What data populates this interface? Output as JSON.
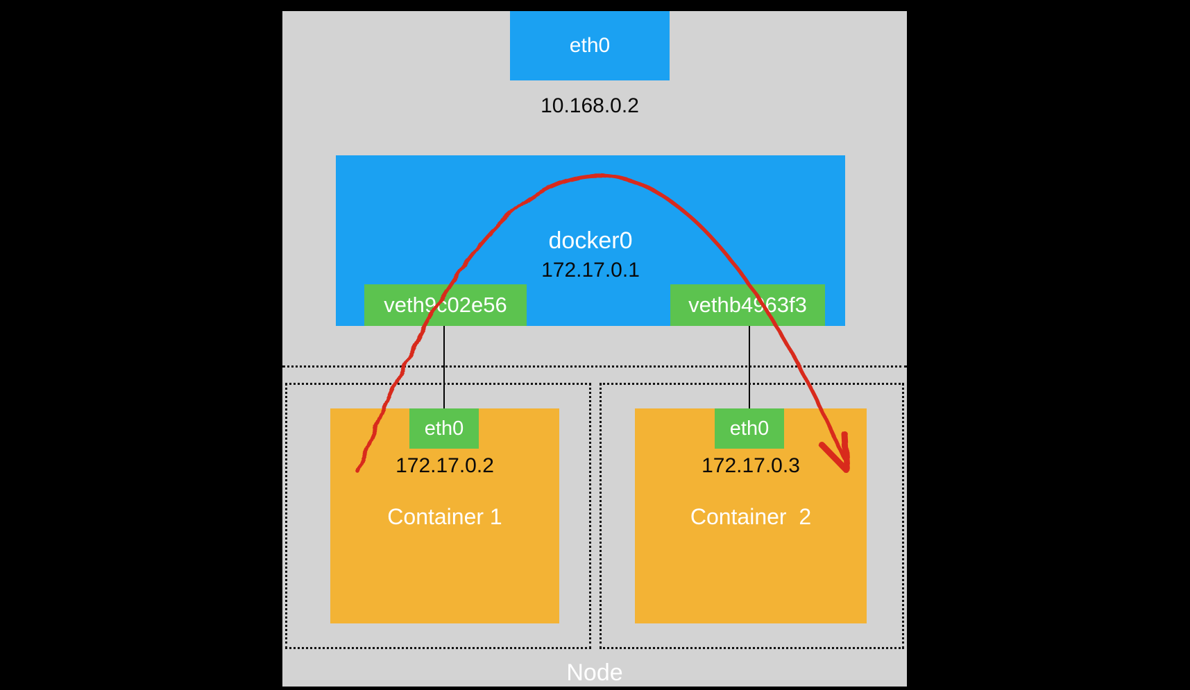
{
  "diagram": {
    "node": {
      "label": "Node",
      "host_interface": {
        "label": "eth0",
        "ip": "10.168.0.2"
      },
      "bridge": {
        "label": "docker0",
        "ip": "172.17.0.1",
        "veths": [
          {
            "label": "veth9c02e56"
          },
          {
            "label": "vethb4963f3"
          }
        ]
      },
      "containers": [
        {
          "name": "Container 1",
          "interface": "eth0",
          "ip": "172.17.0.2"
        },
        {
          "name": "Container  2",
          "interface": "eth0",
          "ip": "172.17.0.3"
        }
      ]
    },
    "colors": {
      "background": "#000000",
      "node_fill": "#D3D3D3",
      "interface_fill": "#1BA1F2",
      "veth_fill": "#5CC34F",
      "container_fill": "#F3B335",
      "arrow": "#D8291D",
      "text_light": "#FFFFFF",
      "text_dark": "#000000"
    }
  }
}
